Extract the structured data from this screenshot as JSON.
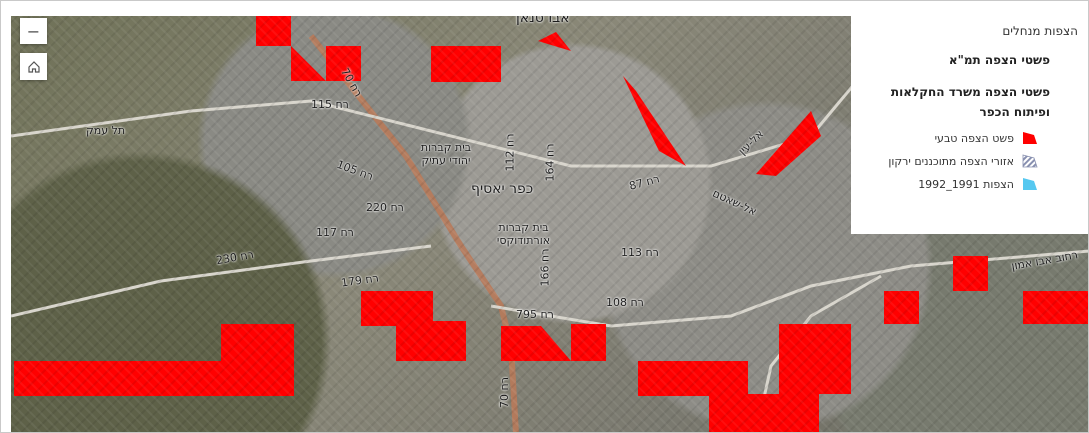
{
  "map": {
    "labels": {
      "l1": "תל עמק",
      "l2": "בית קברות יהודי עתיק",
      "l3": "כפר יאסיף",
      "l4": "בית קברות אורתודוקסי",
      "l5": "רחוב אבו אמון",
      "r1": "רח 115",
      "r2": "רח 105",
      "r3": "רח 220",
      "r4": "רח 117",
      "r5": "רח 230",
      "r6": "רח 179",
      "r7": "רח 113",
      "r8": "רח 108",
      "r9": "רח 795",
      "r10": "רח 70",
      "r11": "רח 70",
      "r12": "רח 166",
      "r13": "רח 164",
      "r14": "רח 112",
      "r15": "רח 87",
      "r16": "אל-עין",
      "r17": "אל-שאטם",
      "top1": "אבו סנאן"
    }
  },
  "controls": {
    "zoom_out": "−"
  },
  "legend": {
    "title": "הצפות מנחלים",
    "layer1": "פשטי הצפה תמ\"א",
    "layer2": "פשטי הצפה משרד החקלאות ופיתוח הכפר",
    "items": [
      {
        "label": "פשט הצפה טבעי",
        "color": "#ff0000"
      },
      {
        "label": "אזורי הצפה מתוכננים ירקון",
        "color": "#9aa3c0"
      },
      {
        "label": "הצפות 1991_1992",
        "color": "#56c8f0"
      }
    ]
  }
}
